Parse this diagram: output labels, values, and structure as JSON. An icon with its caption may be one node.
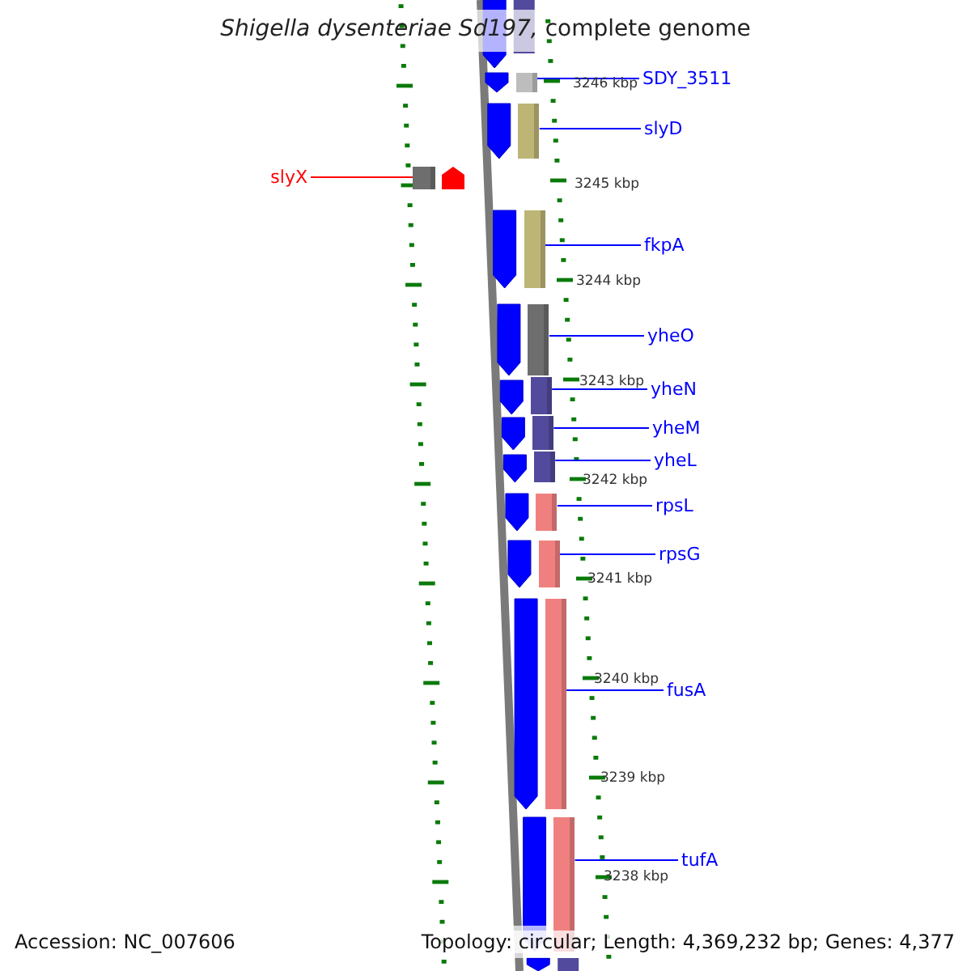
{
  "diagram": {
    "title": "*Shigella dysenteriae Sd197,* complete genome",
    "nodes": [
      {
        "text": [
          "SDY_3511"
        ]
      },
      {
        "text": [],
        "shape": "box"
      },
      {
        "text": [
          "slyD"
        ]
      },
      {
        "text": [],
        "shape": "box"
      },
      {
        "text": [
          "slyX"
        ]
      },
      {
        "text": [],
        "shape": "box"
      },
      {
        "text": [
          "fkpA"
        ]
      },
      {
        "text": [],
        "shape": "box"
      },
      {
        "text": [
          "yheO"
        ]
      },
      {
        "text": [],
        "shape": "box"
      },
      {
        "text": [
          "yheN"
        ]
      },
      {
        "text": [],
        "shape": "box"
      },
      {
        "text": [
          "yheM"
        ]
      },
      {
        "text": [],
        "shape": "box"
      },
      {
        "text": [
          "yheL"
        ]
      },
      {
        "text": [],
        "shape": "box"
      },
      {
        "text": [
          "rpsL"
        ]
      },
      {
        "text": [],
        "shape": "box"
      },
      {
        "text": [
          "rpsG"
        ]
      },
      {
        "text": [],
        "shape": "box"
      },
      {
        "text": [
          "fusA"
        ]
      },
      {
        "text": [],
        "shape": "box"
      },
      {
        "text": [
          "tufA"
        ]
      },
      {
        "text": [],
        "shape": "box"
      }
    ],
    "edges": [
      {
        "from": 0,
        "to": 1,
        "arrow": "none"
      },
      {
        "from": 2,
        "to": 3,
        "arrow": "none"
      },
      {
        "from": 4,
        "to": 5,
        "arrow": "none",
        "color": "#ff0000"
      },
      {
        "from": 6,
        "to": 7,
        "arrow": "none"
      },
      {
        "from": 8,
        "to": 9,
        "arrow": "none"
      },
      {
        "from": 10,
        "to": 11,
        "arrow": "none"
      },
      {
        "from": 12,
        "to": 13,
        "arrow": "none"
      },
      {
        "from": 14,
        "to": 15,
        "arrow": "none"
      },
      {
        "from": 16,
        "to": 17,
        "arrow": "none"
      },
      {
        "from": 18,
        "to": 19,
        "arrow": "none"
      },
      {
        "from": 20,
        "to": 21,
        "arrow": "none"
      },
      {
        "from": 22,
        "to": 23,
        "arrow": "none"
      }
    ],
    "labels": [
      "3246 kbp",
      "3245 kbp",
      "3244 kbp",
      "3243 kbp",
      "3242 kbp",
      "3241 kbp",
      "3240 kbp",
      "3239 kbp",
      "3238 kbp",
      "Accession: NC_007606",
      "Topology: circular; Length: 4,369,232 bp; Genes: 4,377"
    ]
  }
}
